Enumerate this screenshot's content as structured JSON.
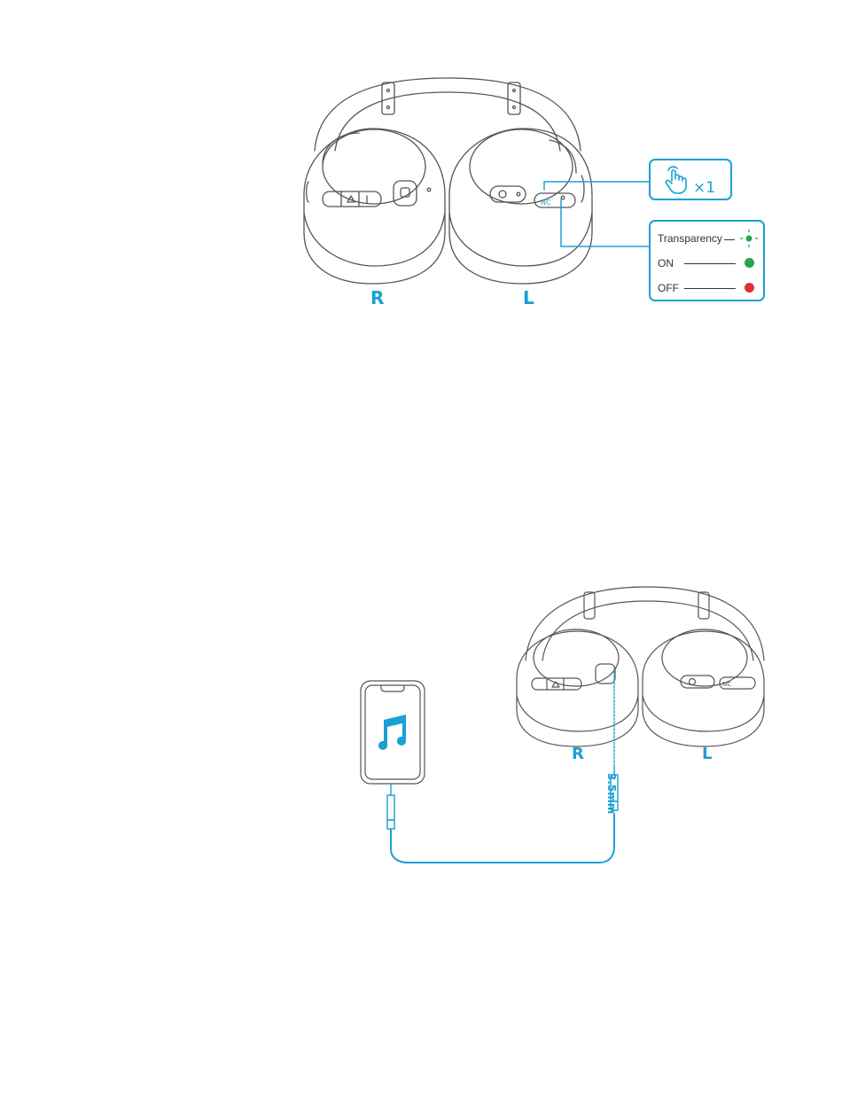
{
  "colors": {
    "accent": "#1aa0d4",
    "outline": "#555555",
    "on": "#22a84a",
    "off": "#e03030",
    "transparency": "#22a84a"
  },
  "figure1": {
    "right_label": "R",
    "left_label": "L",
    "nc_button_label": "NC",
    "tap_count": "×1",
    "tap_icon": "tap-hand-icon",
    "modes": [
      {
        "label": "Transparency",
        "indicator": "blinking-green"
      },
      {
        "label": "ON",
        "indicator": "green"
      },
      {
        "label": "OFF",
        "indicator": "red"
      }
    ]
  },
  "figure2": {
    "right_label": "R",
    "left_label": "L",
    "nc_button_label": "NC",
    "cable_label": "3.5mm",
    "phone_icon": "music-note-icon"
  }
}
